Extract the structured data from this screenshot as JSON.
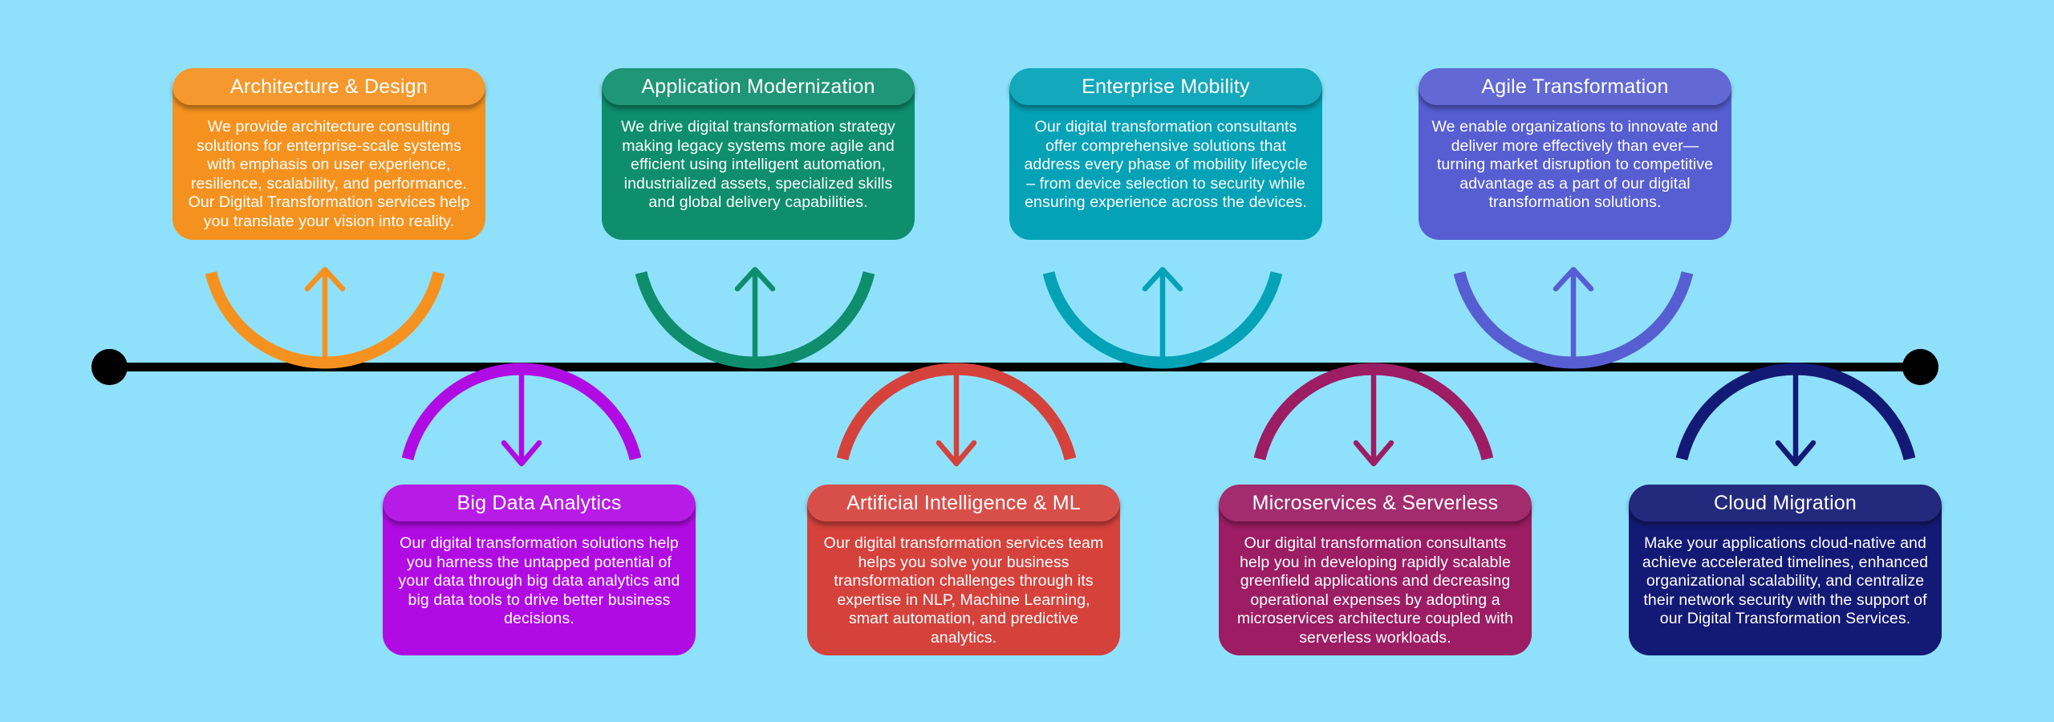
{
  "background_color": "#8FE1FB",
  "timeline": {
    "color": "#000000",
    "endpoint_shape": "filled-circle"
  },
  "icons": {
    "up_arrow": "↑",
    "down_arrow": "↓"
  },
  "services": [
    {
      "row": "top",
      "title": "Architecture & Design",
      "color": "#F5921F",
      "description": "We provide architecture consulting solutions for enterprise-scale systems with emphasis on user experience, resilience, scalability, and performance. Our Digital Transformation services help you translate your vision into reality."
    },
    {
      "row": "top",
      "title": "Application Modernization",
      "color": "#0E8E6D",
      "description": "We drive digital transformation strategy making legacy systems more agile and efficient using intelligent automation, industrialized assets, specialized skills and global delivery capabilities."
    },
    {
      "row": "top",
      "title": "Enterprise Mobility",
      "color": "#03A2B7",
      "description": "Our digital transformation consultants offer comprehensive solutions that address every phase of mobility lifecycle – from device selection to security while ensuring experience across the devices."
    },
    {
      "row": "top",
      "title": "Agile Transformation",
      "color": "#575ED2",
      "description": "We enable organizations to innovate and deliver more effectively than ever—turning market disruption to competitive advantage as a part of our digital transformation solutions."
    },
    {
      "row": "bottom",
      "title": "Big Data Analytics",
      "color": "#B10BE4",
      "description": "Our digital transformation solutions help you harness the untapped potential of your data through big data analytics and big data tools to drive better business decisions."
    },
    {
      "row": "bottom",
      "title": "Artificial Intelligence & ML",
      "color": "#D5423C",
      "description": "Our digital transformation services team helps you solve your business transformation challenges through its expertise in NLP, Machine Learning, smart automation, and predictive analytics."
    },
    {
      "row": "bottom",
      "title": "Microservices & Serverless",
      "color": "#9C1D63",
      "description": "Our digital transformation consultants help you in developing rapidly scalable greenfield applications and decreasing operational expenses by adopting a microservices architecture coupled with serverless workloads."
    },
    {
      "row": "bottom",
      "title": "Cloud Migration",
      "color": "#131A75",
      "description": "Make your applications cloud-native and achieve accelerated timelines, enhanced organizational scalability, and centralize their network security with the support of our Digital Transformation Services."
    }
  ]
}
